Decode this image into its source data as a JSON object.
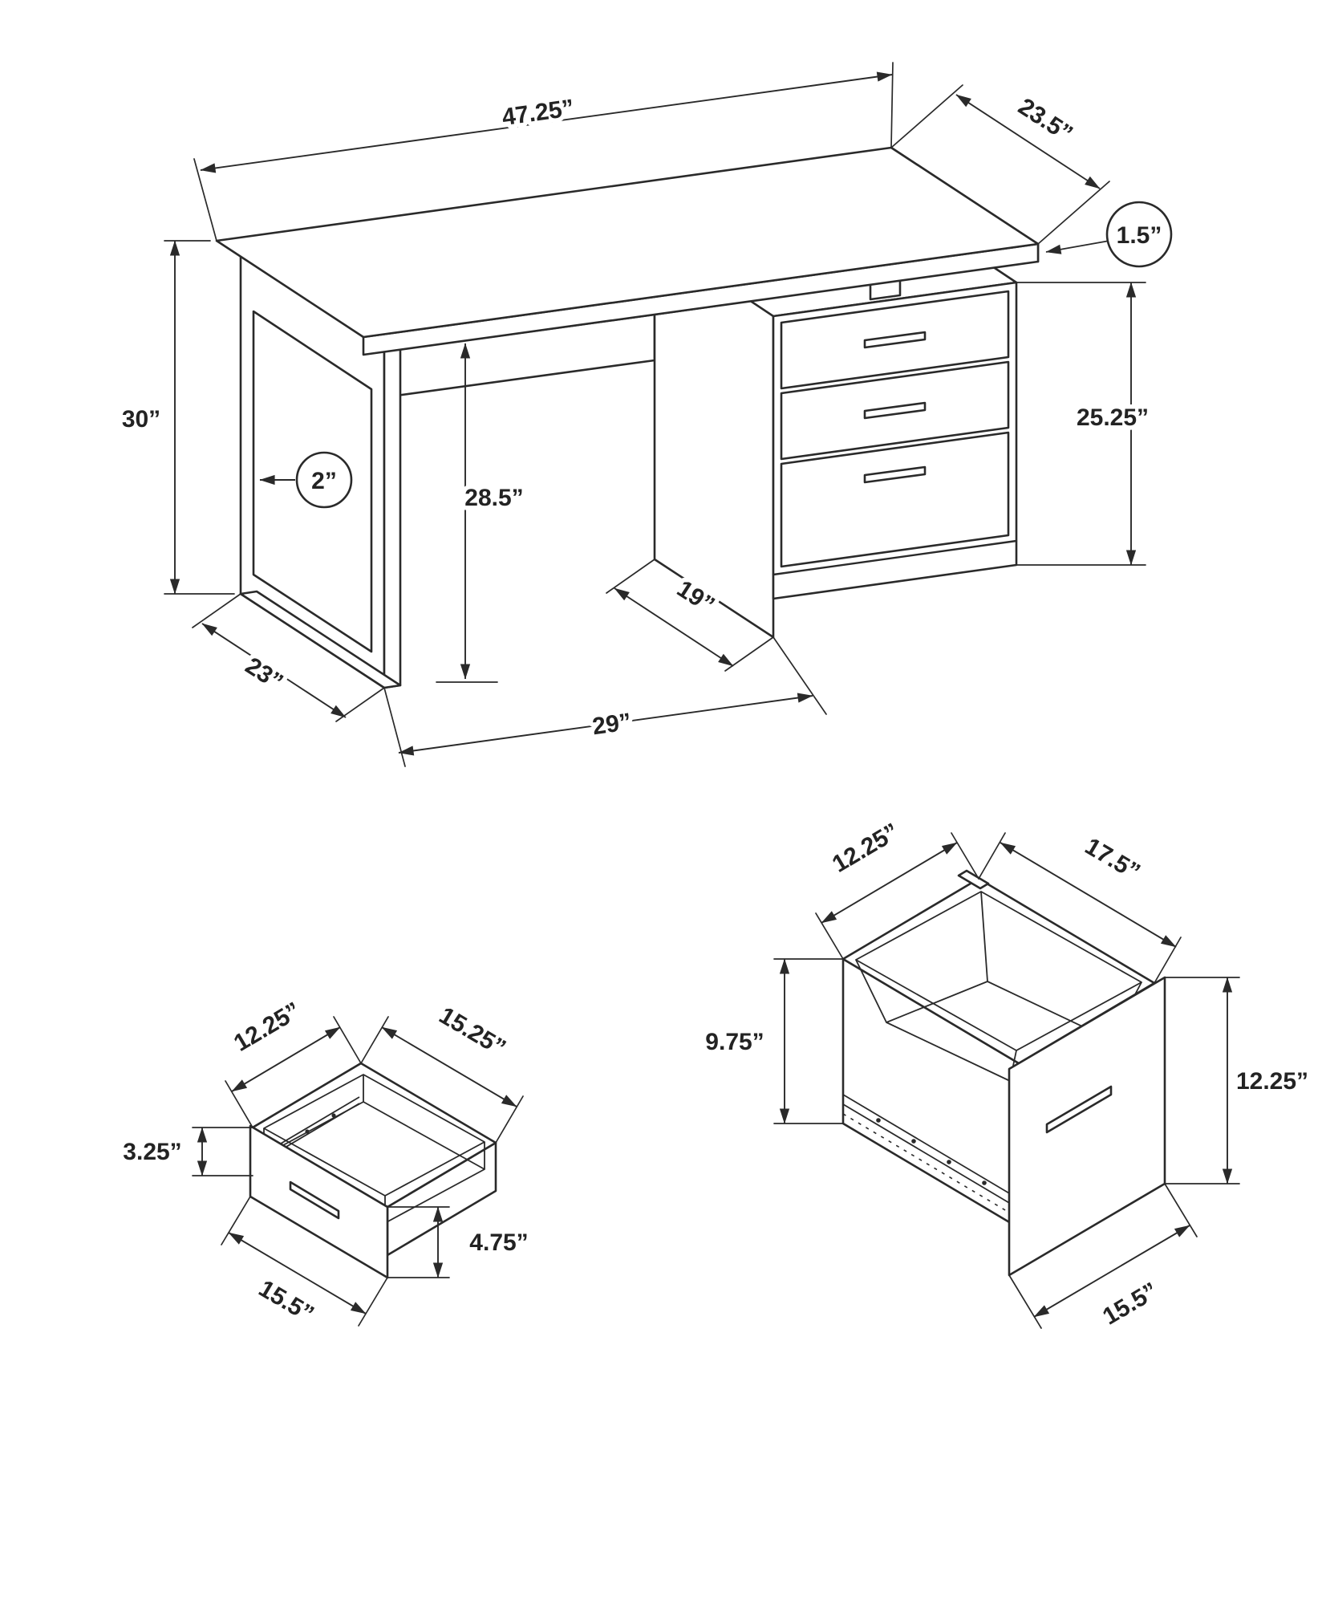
{
  "desk": {
    "width": "47.25”",
    "depth": "23.5”",
    "top_thickness": "1.5”",
    "height": "30”",
    "leg_frame_thickness": "2”",
    "knee_clearance_height": "28.5”",
    "drawer_unit_height": "25.25”",
    "leg_depth": "23”",
    "drawer_unit_depth": "19”",
    "knee_clearance_width": "29”"
  },
  "small_drawer": {
    "depth": "12.25”",
    "interior_width": "15.25”",
    "side_height": "3.25”",
    "front_height": "4.75”",
    "front_width": "15.5”"
  },
  "file_drawer": {
    "interior_width": "12.25”",
    "depth": "17.5”",
    "side_height": "9.75”",
    "front_height": "12.25”",
    "front_width": "15.5”"
  }
}
